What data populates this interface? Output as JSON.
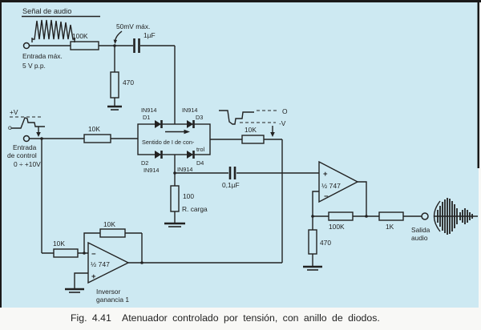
{
  "colors": {
    "background": "#cde9f2",
    "ink": "#222222",
    "paper": "#f8f8f6",
    "frame": "#1a1a1a"
  },
  "caption": {
    "number": "Fig. 4.41",
    "text": "Atenuador controlado por tensión, con anillo de diodos."
  },
  "audio_input": {
    "title": "Señal de audio",
    "input_note_line1": "Entrada máx.",
    "input_note_line2": "5 V p.p.",
    "series_resistor": "100K",
    "node_note": "50mV máx.",
    "shunt_resistor": "470",
    "coupling_capacitor": "1µF"
  },
  "control_input": {
    "wave_high": "+V",
    "wave_low": "o",
    "label_line1": "Entrada",
    "label_line2": "de control",
    "range": "0 ÷ +10V",
    "series_resistor": "10K"
  },
  "diode_ring": {
    "d1_name": "D1",
    "d1_part": "IN914",
    "d2_name": "D2",
    "d2_part": "IN914",
    "d3_name": "D3",
    "d3_part": "IN914",
    "d4_name": "D4",
    "d4_part": "IN914",
    "sense_label_line1": "Sentido de I de con-",
    "sense_label_line2": "trol"
  },
  "drive": {
    "resistor": "10K",
    "wave_zero": "O",
    "wave_low": "-V"
  },
  "load_resistor": {
    "value": "100",
    "name": "R. carga"
  },
  "output_coupling_capacitor": "0,1µF",
  "inverter_opamp": {
    "device": "½ 747",
    "plus": "+",
    "minus": "−",
    "input_resistor": "10K",
    "feedback_resistor": "10K",
    "note_line1": "Inversor",
    "note_line2": "ganancia 1"
  },
  "output_opamp": {
    "device": "½ 747",
    "plus": "+",
    "minus": "−",
    "feedback_resistor": "100K",
    "shunt_resistor": "470",
    "series_resistor": "1K"
  },
  "output": {
    "label_line1": "Salida",
    "label_line2": "audio"
  }
}
